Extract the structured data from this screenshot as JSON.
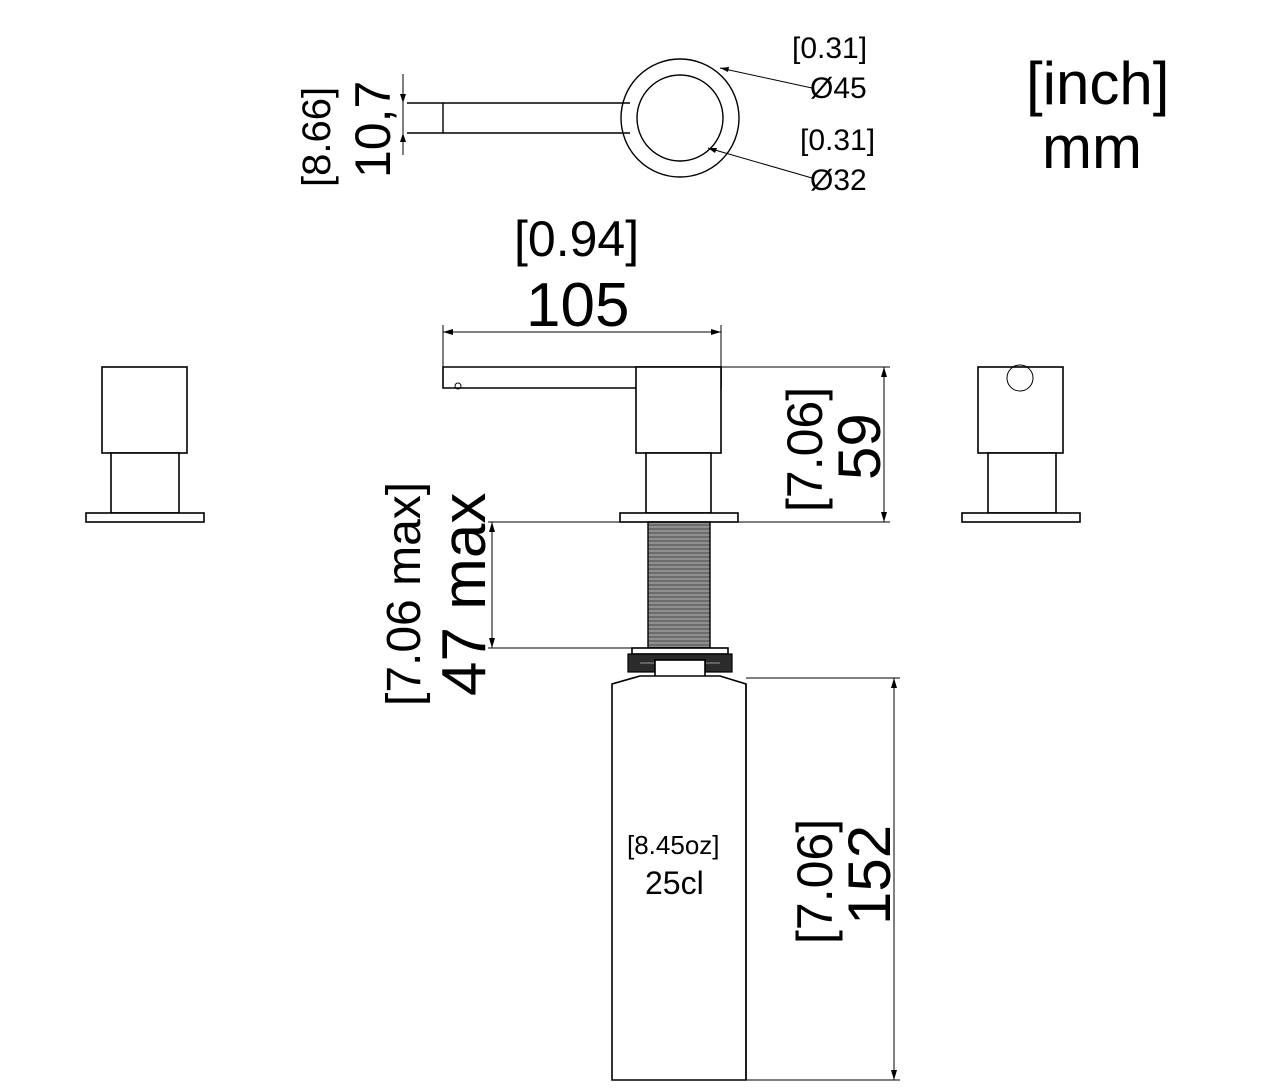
{
  "units": {
    "inch": "[inch]",
    "mm": "mm"
  },
  "top_view": {
    "stem_thickness_mm": "10,7",
    "stem_thickness_inch": "[8.66]",
    "outer_diameter_mm": "Ø45",
    "outer_diameter_inch": "[0.31]",
    "inner_diameter_mm": "Ø32",
    "inner_diameter_inch": "[0.31]"
  },
  "front_view": {
    "spout_length_mm": "105",
    "spout_length_inch": "[0.94]",
    "head_height_mm": "59",
    "head_height_inch": "[7.06]",
    "deck_thickness_mm": "47 max",
    "deck_thickness_inch": "[7.06 max]",
    "bottle_height_mm": "152",
    "bottle_height_inch": "[7.06]",
    "bottle_capacity_cl": "25cl",
    "bottle_capacity_oz": "[8.45oz]"
  }
}
